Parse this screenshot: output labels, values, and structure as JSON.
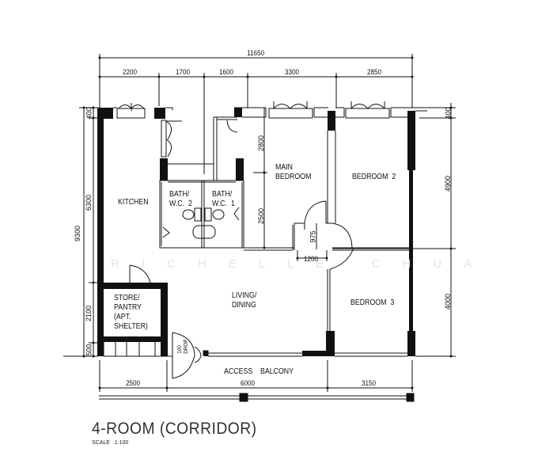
{
  "plan": {
    "title": "4-ROOM (CORRIDOR)",
    "scale_label": "SCALE   1:100",
    "watermark": "RICHELLE CHUA"
  },
  "rooms": {
    "kitchen": "KITCHEN",
    "bath2": "BATH/\nW.C.  2",
    "bath1": "BATH/\nW.C.  1",
    "main_bedroom": "MAIN\nBEDROOM",
    "bedroom2": "BEDROOM  2",
    "bedroom3": "BEDROOM  3",
    "living": "LIVING/\nDINING",
    "store": "STORE/\nPANTRY\n(APT.\nSHELTER)",
    "access_balcony": "ACCESS    BALCONY",
    "refuse_chute": "100\nDROP"
  },
  "dimensions": {
    "top_total": "11650",
    "top_segments": [
      "2200",
      "1700",
      "1600",
      "3300",
      "2850"
    ],
    "bottom_segments": [
      "2500",
      "6000",
      "3150"
    ],
    "left_total": "9300",
    "left_segments": [
      "400",
      "6300",
      "2100",
      "500"
    ],
    "right_segments": [
      "400",
      "4900",
      "4000"
    ],
    "main_bedroom_upper": "2800",
    "main_bedroom_lower": "2500",
    "foyer_depth": "975",
    "foyer_width": "1200"
  }
}
